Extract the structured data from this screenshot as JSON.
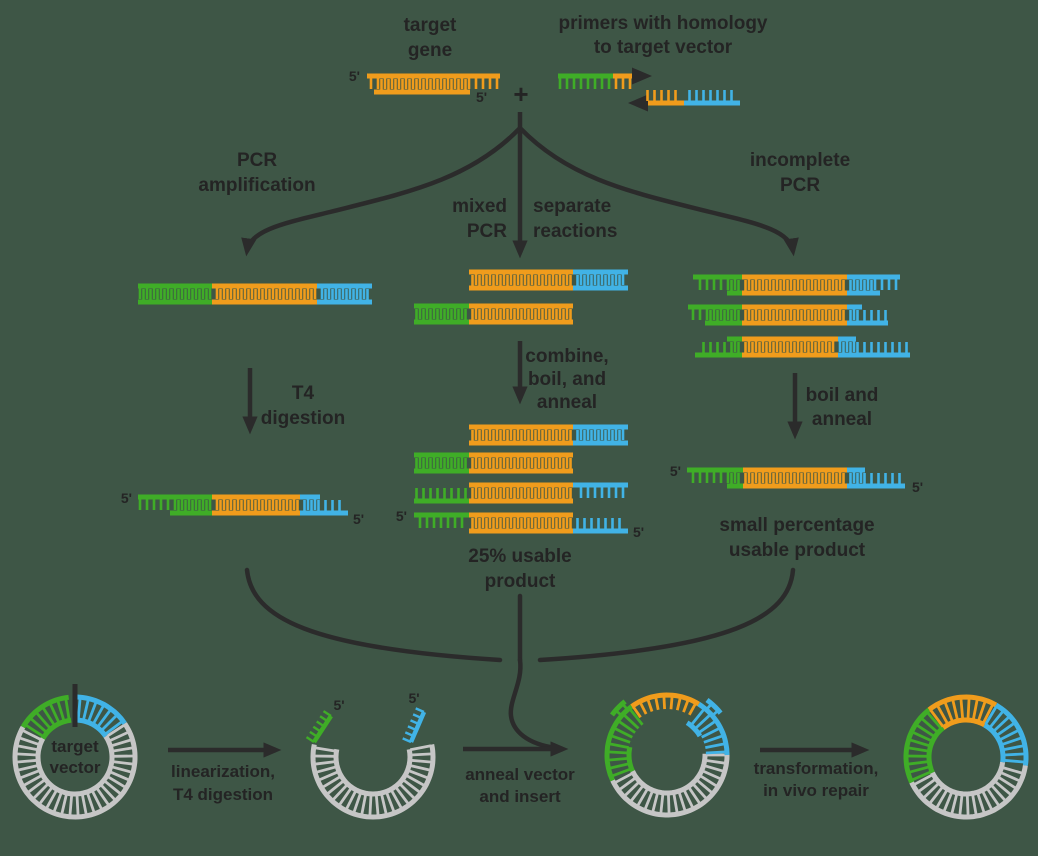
{
  "colors": {
    "background": "#3E5646",
    "orange": "#F09C1C",
    "green": "#3FAD27",
    "blue": "#41B3E6",
    "backbone": "#C6C6C6",
    "ink": "#2B2B2B"
  },
  "top": {
    "target_gene": [
      "target",
      "gene"
    ],
    "plus": "+",
    "primers": [
      "primers with homology",
      "to target vector"
    ],
    "five_prime": "5'"
  },
  "branches": {
    "left": [
      "PCR",
      "amplification"
    ],
    "mid_left": [
      "mixed",
      "PCR"
    ],
    "mid_right": [
      "separate",
      "reactions"
    ],
    "right": [
      "incomplete",
      "PCR"
    ]
  },
  "steps": {
    "t4": [
      "T4",
      "digestion"
    ],
    "combine": [
      "combine,",
      "boil, and",
      "anneal"
    ],
    "boil": [
      "boil and",
      "anneal"
    ]
  },
  "results": {
    "mid": [
      "25% usable",
      "product"
    ],
    "right": [
      "small percentage",
      "usable product"
    ]
  },
  "bottom": {
    "vector_label": [
      "target",
      "vector"
    ],
    "step1": [
      "linearization,",
      "T4 digestion"
    ],
    "step2": [
      "anneal vector",
      "and insert"
    ],
    "step3": [
      "transformation,",
      "in vivo repair"
    ]
  }
}
